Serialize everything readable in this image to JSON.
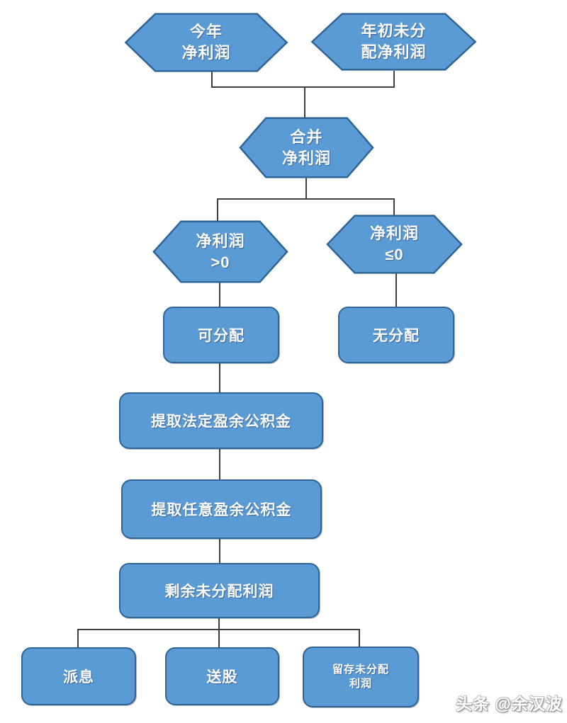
{
  "colors": {
    "node_fill": "#5b9bd5",
    "node_border": "#2e6596",
    "connector": "#3f3f3f",
    "node_text": "#ffffff",
    "background": "#ffffff"
  },
  "watermark": {
    "text": "头条 @余汉波"
  },
  "nodes": {
    "hex_today": {
      "line1": "今年",
      "line2": "净利润"
    },
    "hex_beginning": {
      "line1": "年初未分",
      "line2": "配净利润"
    },
    "hex_combined": {
      "line1": "合并",
      "line2": "净利润"
    },
    "hex_positive": {
      "line1": "净利润",
      "line2": ">0"
    },
    "hex_negative": {
      "line1": "净利润",
      "line2": "≤0"
    },
    "box_distributable": {
      "label": "可分配"
    },
    "box_no_distribution": {
      "label": "无分配"
    },
    "box_statutory_reserve": {
      "label": "提取法定盈余公积金"
    },
    "box_discretionary_reserve": {
      "label": "提取任意盈余公积金"
    },
    "box_remaining_profit": {
      "label": "剩余未分配利润"
    },
    "box_dividend": {
      "label": "派息"
    },
    "box_bonus_shares": {
      "label": "送股"
    },
    "box_retained": {
      "line1": "留存未分配",
      "line2": "利润"
    }
  }
}
